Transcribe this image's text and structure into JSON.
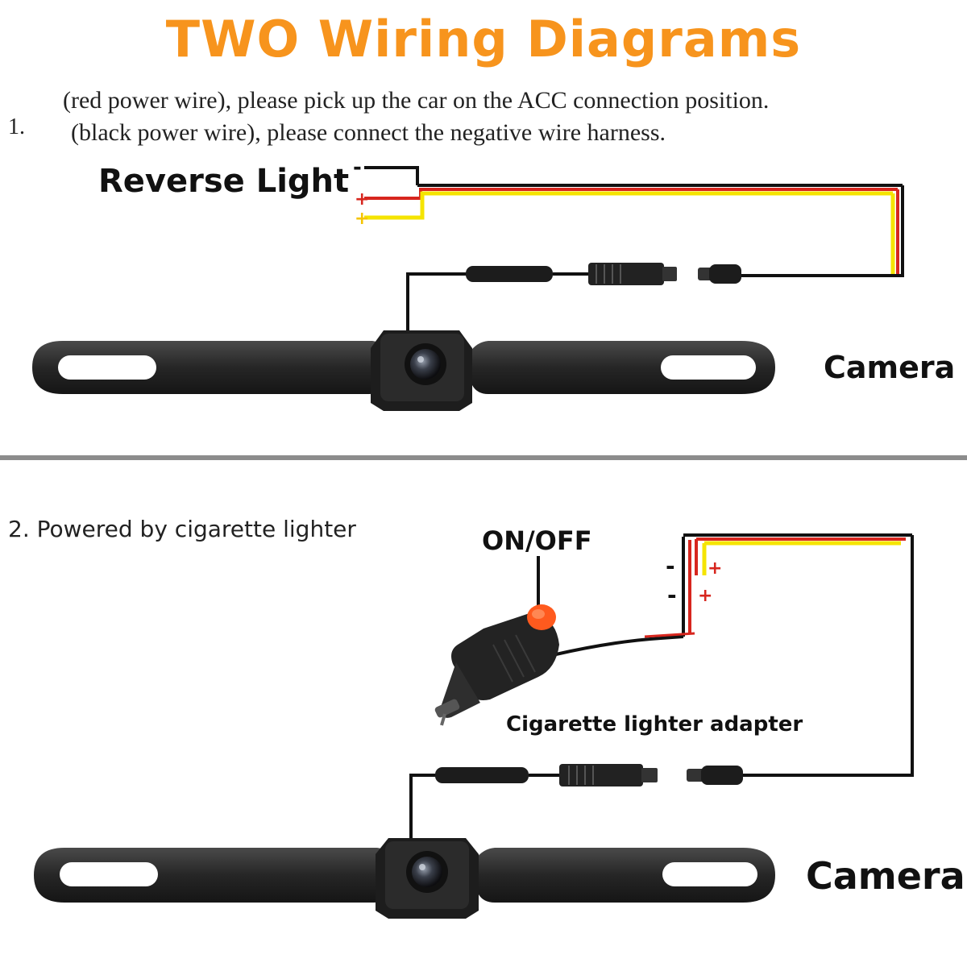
{
  "title": "TWO Wiring Diagrams",
  "section1": {
    "number": "1.",
    "note_red": "(red power wire),  please pick up the car on the ACC connection position.",
    "note_black": "(black power wire),  please connect the negative wire harness.",
    "reverse_label": "Reverse Light",
    "camera_label": "Camera",
    "signs": {
      "minus": "-",
      "plus_red": "+",
      "plus_yellow": "+"
    }
  },
  "section2": {
    "heading": "2. Powered by cigarette lighter",
    "switch_label": "ON/OFF",
    "adapter_label": "Cigarette lighter adapter",
    "camera_label": "Camera",
    "signs": {
      "minus": "-",
      "plus": "+"
    }
  },
  "colors": {
    "title": "#f7941d",
    "wire_red": "#d7261e",
    "wire_yellow": "#f5e400",
    "wire_black": "#111111",
    "switch_orange": "#ff5a1e",
    "divider": "#8c8c8c",
    "bracket": "#2a2a2a"
  },
  "icons": [
    "license-plate-camera-icon",
    "cigarette-lighter-plug-icon",
    "cable-connector-icon"
  ]
}
